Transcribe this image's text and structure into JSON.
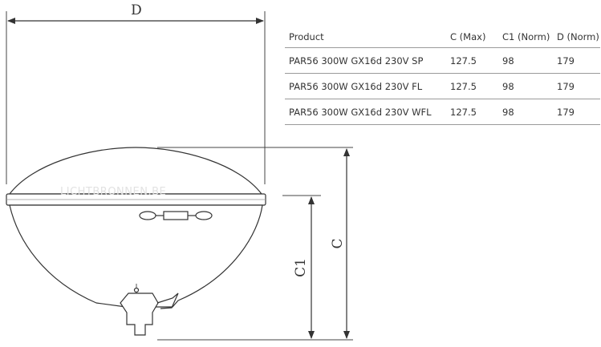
{
  "drawing": {
    "dimension_labels": {
      "d": "D",
      "c": "C",
      "c1": "C1"
    },
    "watermark": "LICHTBRONNEN.BE"
  },
  "table": {
    "headers": [
      "Product",
      "C (Max)",
      "C1 (Norm)",
      "D (Norm)"
    ],
    "rows": [
      [
        "PAR56 300W GX16d 230V SP",
        "127.5",
        "98",
        "179"
      ],
      [
        "PAR56 300W GX16d 230V FL",
        "127.5",
        "98",
        "179"
      ],
      [
        "PAR56 300W GX16d 230V WFL",
        "127.5",
        "98",
        "179"
      ]
    ]
  }
}
